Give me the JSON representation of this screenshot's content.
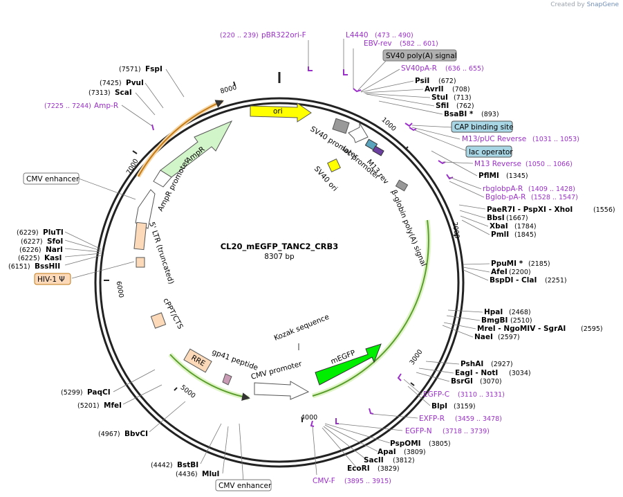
{
  "credit": {
    "prefix": "Created by",
    "brand": "SnapGene"
  },
  "plasmid": {
    "name": "CL20_mEGFP_TANC2_CRB3",
    "size": "8307 bp"
  },
  "ticks": [
    "1000",
    "2000",
    "3000",
    "4000",
    "5000",
    "6000",
    "7000",
    "8000"
  ],
  "features": {
    "ori": "ori",
    "sv40_promoter": "SV40 promoter",
    "lac_promoter": "lac promoter",
    "m13_rev": "M13 rev",
    "sv40_ori": "SV40 ori",
    "bglobin": "β-globin poly(A) signal",
    "ampr_promoter": "AmpR promoter",
    "ampr": "AmpR",
    "ltr": "5' LTR (truncated)",
    "cppt": "cPPT/CTS",
    "rre": "RRE",
    "gp41": "gp41 peptide",
    "cmv_promoter": "CMV promoter",
    "kozak": "Kozak sequence",
    "megfp": "mEGFP"
  },
  "sites": [
    {
      "name": "PsiI",
      "pos": "(672)"
    },
    {
      "name": "AvrII",
      "pos": "(708)"
    },
    {
      "name": "StuI",
      "pos": "(713)"
    },
    {
      "name": "SfiI",
      "pos": "(762)"
    },
    {
      "name": "BsaBI *",
      "pos": "(893)"
    },
    {
      "name": "PflMI",
      "pos": "(1345)"
    },
    {
      "name": "PaeR7I  - PspXI  - XhoI",
      "pos": "(1556)"
    },
    {
      "name": "BbsI",
      "pos": "(1667)"
    },
    {
      "name": "XbaI",
      "pos": "(1784)"
    },
    {
      "name": "PmlI",
      "pos": "(1845)"
    },
    {
      "name": "PpuMI *",
      "pos": "(2185)"
    },
    {
      "name": "AfeI",
      "pos": "(2200)"
    },
    {
      "name": "BspDI  - ClaI",
      "pos": "(2251)"
    },
    {
      "name": "HpaI",
      "pos": "(2468)"
    },
    {
      "name": "BmgBI",
      "pos": "(2510)"
    },
    {
      "name": "MreI  - NgoMIV  - SgrAI",
      "pos": "(2595)"
    },
    {
      "name": "NaeI",
      "pos": "(2597)"
    },
    {
      "name": "PshAI",
      "pos": "(2927)"
    },
    {
      "name": "EagI  - NotI",
      "pos": "(3034)"
    },
    {
      "name": "BsrGI",
      "pos": "(3070)"
    },
    {
      "name": "BlpI",
      "pos": "(3159)"
    },
    {
      "name": "PspOMI",
      "pos": "(3805)"
    },
    {
      "name": "ApaI",
      "pos": "(3809)"
    },
    {
      "name": "SacII",
      "pos": "(3812)"
    },
    {
      "name": "EcoRI",
      "pos": "(3829)"
    },
    {
      "name": "FspI",
      "pos": "(7571)"
    },
    {
      "name": "PvuI",
      "pos": "(7425)"
    },
    {
      "name": "ScaI",
      "pos": "(7313)"
    },
    {
      "name": "PluTI",
      "pos": "(6229)"
    },
    {
      "name": "SfoI",
      "pos": "(6227)"
    },
    {
      "name": "NarI",
      "pos": "(6226)"
    },
    {
      "name": "KasI",
      "pos": "(6225)"
    },
    {
      "name": "BssHII",
      "pos": "(6151)"
    },
    {
      "name": "PaqCI",
      "pos": "(5299)"
    },
    {
      "name": "MfeI",
      "pos": "(5201)"
    },
    {
      "name": "BbvCI",
      "pos": "(4967)"
    },
    {
      "name": "BstBI",
      "pos": "(4442)"
    },
    {
      "name": "MluI",
      "pos": "(4436)"
    }
  ],
  "primers": [
    {
      "name": "pBR322ori-F",
      "pos": "(220 .. 239)"
    },
    {
      "name": "L4440",
      "pos": "(473 .. 490)"
    },
    {
      "name": "EBV-rev",
      "pos": "(582 .. 601)"
    },
    {
      "name": "SV40pA-R",
      "pos": "(636 .. 655)"
    },
    {
      "name": "M13/pUC Reverse",
      "pos": "(1031 .. 1053)"
    },
    {
      "name": "M13 Reverse",
      "pos": "(1050 .. 1066)"
    },
    {
      "name": "rbglobpA-R",
      "pos": "(1409 .. 1428)"
    },
    {
      "name": "Bglob-pA-R",
      "pos": "(1528 .. 1547)"
    },
    {
      "name": "EGFP-C",
      "pos": "(3110 .. 3131)"
    },
    {
      "name": "EXFP-R",
      "pos": "(3459 .. 3478)"
    },
    {
      "name": "EGFP-N",
      "pos": "(3718 .. 3739)"
    },
    {
      "name": "CMV-F",
      "pos": "(3895 .. 3915)"
    },
    {
      "name": "Amp-R",
      "pos": "(7225 .. 7244)"
    }
  ],
  "boxes": {
    "sv40_polya": "SV40 poly(A) signal",
    "cap": "CAP binding site",
    "lac_operator": "lac operator",
    "cmv_enhancer_left": "CMV enhancer",
    "hiv": "HIV-1 Ψ",
    "cmv_enhancer_bottom": "CMV enhancer"
  }
}
